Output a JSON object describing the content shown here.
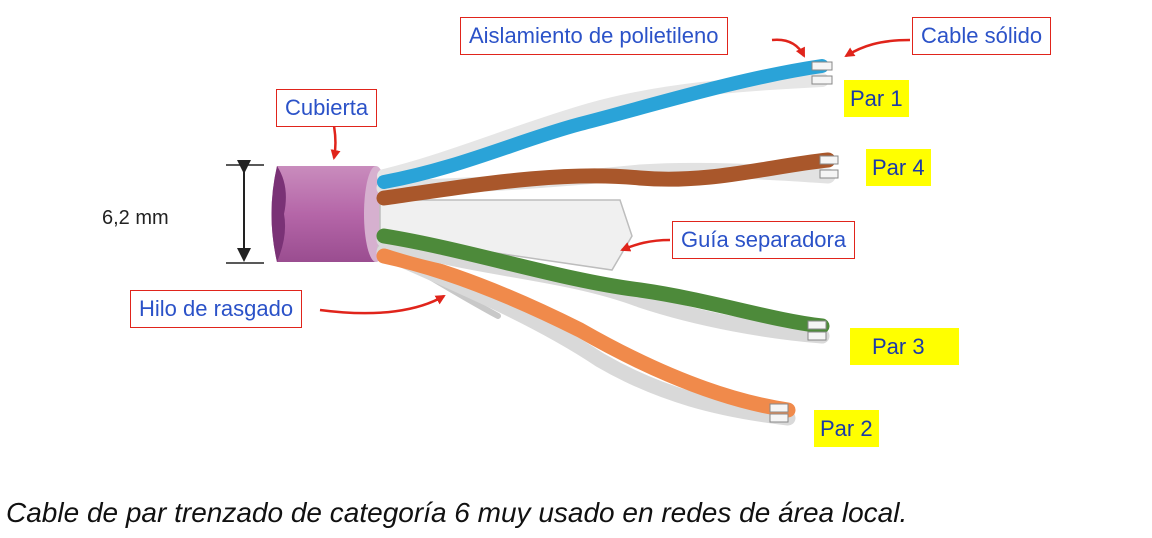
{
  "labels": {
    "aislamiento": "Aislamiento de polietileno",
    "cable_solido": "Cable sólido",
    "cubierta": "Cubierta",
    "guia": "Guía separadora",
    "hilo": "Hilo de rasgado"
  },
  "pairs": {
    "p1": "Par 1",
    "p4": "Par 4",
    "p3": "Par 3",
    "p2": "Par 2"
  },
  "dimension": "6,2 mm",
  "caption": "Cable de par trenzado de categoría 6 muy usado en redes de área local.",
  "colors": {
    "jacket": "#b566a8",
    "jacket_dark": "#6d2a6a",
    "pair1": "#2aa3d8",
    "pair4": "#a9572b",
    "pair3": "#4d8a3a",
    "pair2": "#f08a4b",
    "white_wire": "#e9e9e9",
    "label_border": "#e0241b",
    "label_text": "#2b52c8",
    "pair_highlight": "#ffff00",
    "arrow": "#e0241b"
  }
}
